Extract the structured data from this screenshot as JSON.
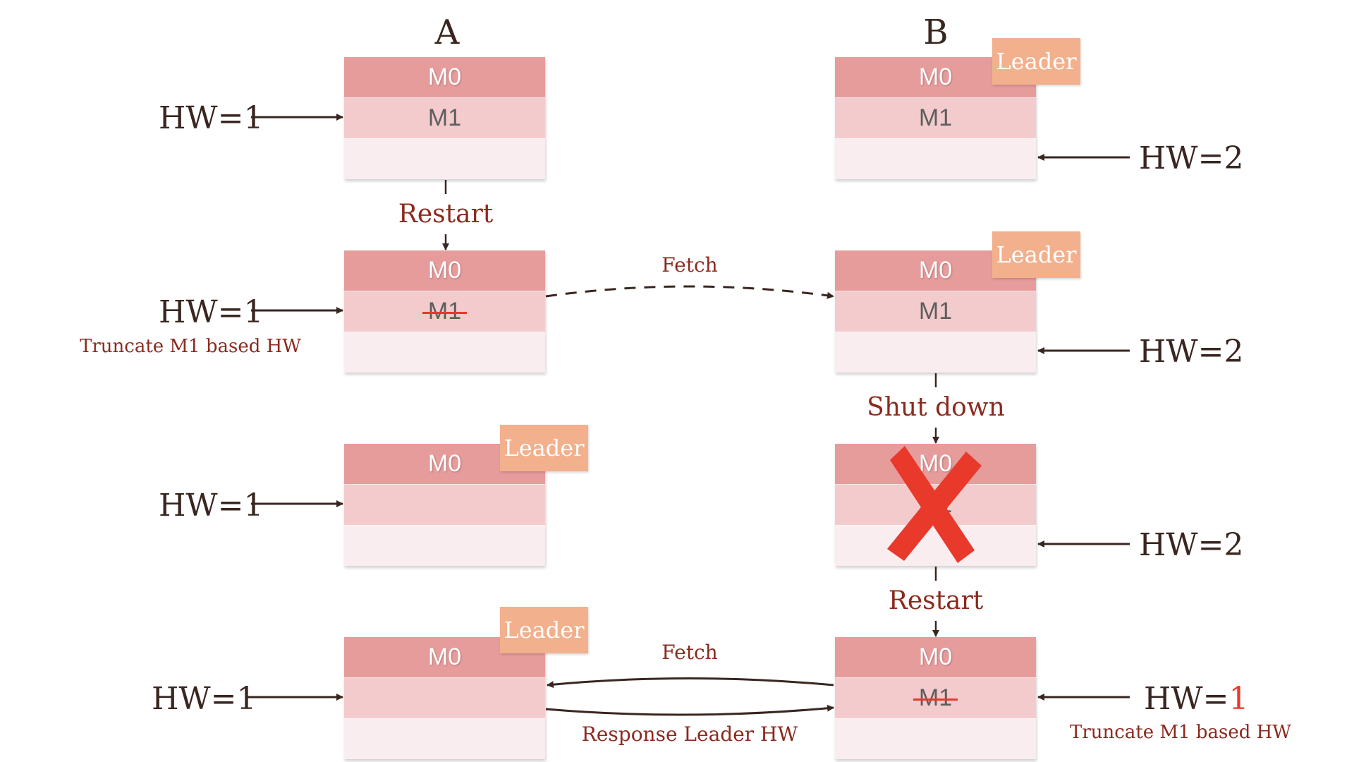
{
  "columns": {
    "a": "A",
    "b": "B"
  },
  "colors": {
    "m0_row": "#E79C9C",
    "m1_row": "#F3CBCC",
    "empty_row": "#F9EDF0",
    "leader_badge": "#F2B08D",
    "label_dark_red": "#8B2A1F",
    "strike_red": "#E8392A",
    "arrow": "#3a2620"
  },
  "leader_label": "Leader",
  "stages": [
    {
      "a": {
        "rows": [
          "M0",
          "M1",
          ""
        ],
        "m1_truncated": false,
        "leader": false,
        "hw": "HW=1"
      },
      "b": {
        "rows": [
          "M0",
          "M1",
          ""
        ],
        "m1_truncated": false,
        "leader": true,
        "hw": "HW=2"
      }
    },
    {
      "a": {
        "rows": [
          "M0",
          "M1",
          ""
        ],
        "m1_truncated": true,
        "leader": false,
        "hw": "HW=1",
        "note": "Truncate M1 based HW"
      },
      "b": {
        "rows": [
          "M0",
          "M1",
          ""
        ],
        "m1_truncated": false,
        "leader": true,
        "hw": "HW=2"
      }
    },
    {
      "a": {
        "rows": [
          "M0",
          "",
          ""
        ],
        "m1_truncated": false,
        "leader": true,
        "hw": "HW=1"
      },
      "b": {
        "rows": [
          "M0",
          "M1",
          ""
        ],
        "m1_truncated": false,
        "leader": false,
        "hw": "HW=2",
        "crashed": true
      }
    },
    {
      "a": {
        "rows": [
          "M0",
          "",
          ""
        ],
        "m1_truncated": false,
        "leader": true,
        "hw": "HW=1"
      },
      "b": {
        "rows": [
          "M0",
          "M1",
          ""
        ],
        "m1_truncated": true,
        "leader": false,
        "hw_prefix": "HW=",
        "hw_value": "1",
        "note": "Truncate M1 based HW"
      }
    }
  ],
  "transitions": {
    "a_restart": "Restart",
    "b_shutdown": "Shut down",
    "b_restart": "Restart"
  },
  "messages": {
    "fetch_1": "Fetch",
    "fetch_2": "Fetch",
    "response": "Response Leader HW"
  }
}
